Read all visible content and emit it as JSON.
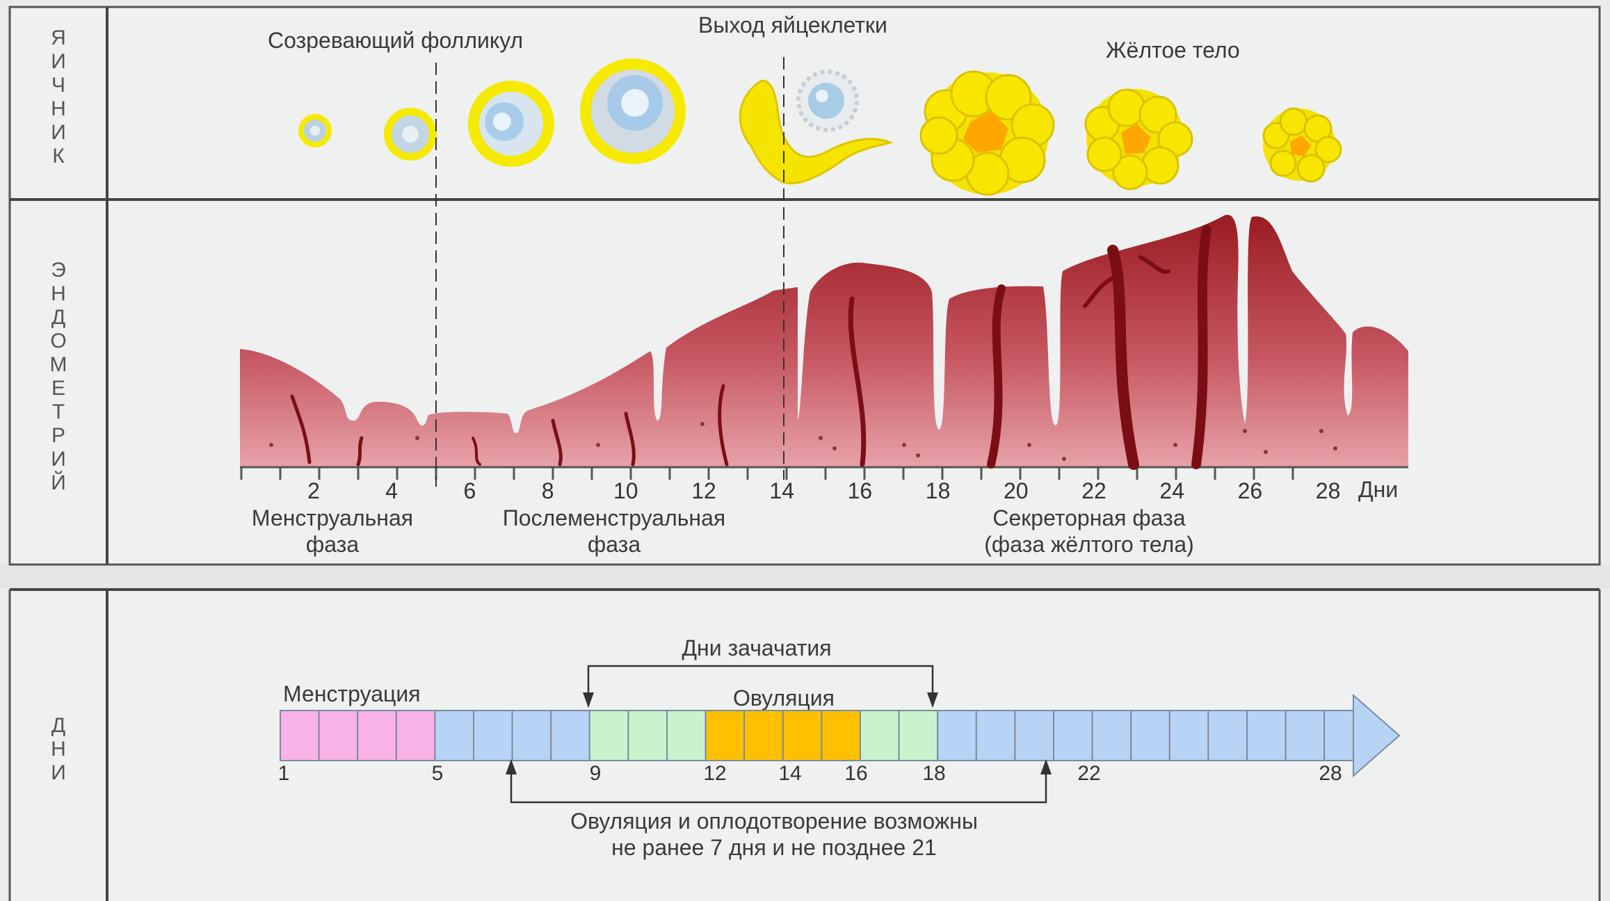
{
  "ovary": {
    "side_label": "ЯИЧНИК",
    "maturing_follicle": "Созревающий фолликул",
    "egg_release": "Выход яйцеклетки",
    "corpus_luteum": "Жёлтое тело"
  },
  "endometrium": {
    "side_label": "ЭНДОМЕТРИЙ",
    "axis_unit": "Дни",
    "ticks": [
      "2",
      "4",
      "6",
      "8",
      "10",
      "12",
      "14",
      "16",
      "18",
      "20",
      "22",
      "24",
      "26",
      "28"
    ],
    "phases": {
      "menstrual": [
        "Менструальная",
        "фаза"
      ],
      "postmenstrual": [
        "Послеменструальная",
        "фаза"
      ],
      "secretory": [
        "Секреторная фаза",
        "(фаза жёлтого тела)"
      ]
    }
  },
  "days": {
    "side_label": "ДНИ",
    "menstruation": "Менструация",
    "ovulation": "Овуляция",
    "conception_days": "Дни зачачатия",
    "note_line1": "Овуляция и оплодотворение возможны",
    "note_line2": "не ранее 7 дня и не позднее 21",
    "cell_labels": [
      "1",
      "5",
      "9",
      "12",
      "14",
      "16",
      "18",
      "22",
      "28"
    ],
    "cells": [
      "pink",
      "pink",
      "pink",
      "pink",
      "blue",
      "blue",
      "blue",
      "blue",
      "green",
      "green",
      "green",
      "orange",
      "orange",
      "orange",
      "orange",
      "green",
      "green",
      "blue",
      "blue",
      "blue",
      "blue",
      "blue",
      "blue",
      "blue",
      "blue",
      "blue",
      "blue",
      "blue"
    ],
    "colors": {
      "pink": "#f9b3e6",
      "blue": "#b7d3f5",
      "green": "#c8f3cd",
      "orange": "#ffc000"
    }
  }
}
